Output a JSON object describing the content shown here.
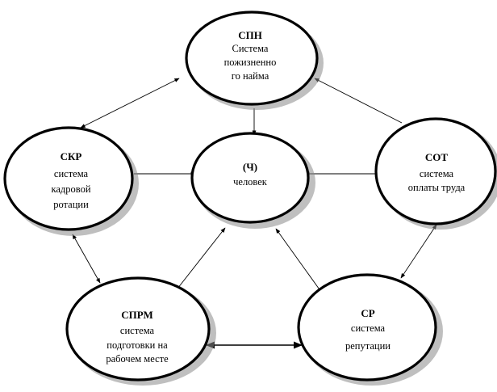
{
  "diagram": {
    "nodes": {
      "spn": {
        "lines": [
          "СПН",
          "Система",
          "пожизненно",
          "го найма"
        ]
      },
      "ch": {
        "lines": [
          "(Ч)",
          "человек"
        ]
      },
      "skr": {
        "lines": [
          "СКР",
          "система",
          "кадровой",
          "ротации"
        ]
      },
      "sot": {
        "lines": [
          "СОТ",
          "система",
          "оплаты труда"
        ]
      },
      "sprm": {
        "lines": [
          "СПРМ",
          "система",
          "подготовки на",
          "рабочем месте"
        ]
      },
      "sr": {
        "lines": [
          "СР",
          "система",
          "репутации"
        ]
      }
    },
    "edges": [
      {
        "id": "spn-skr",
        "from": "spn",
        "to": "skr",
        "arrows": "both"
      },
      {
        "id": "sot-spn",
        "from": "sot",
        "to": "spn",
        "arrows": "end"
      },
      {
        "id": "spn-ch",
        "from": "spn",
        "to": "ch",
        "arrows": "end"
      },
      {
        "id": "skr-ch",
        "from": "skr",
        "to": "ch",
        "arrows": "end"
      },
      {
        "id": "sot-ch",
        "from": "sot",
        "to": "ch",
        "arrows": "end"
      },
      {
        "id": "sprm-ch",
        "from": "sprm",
        "to": "ch",
        "arrows": "end"
      },
      {
        "id": "sr-ch",
        "from": "sr",
        "to": "ch",
        "arrows": "end"
      },
      {
        "id": "skr-sprm",
        "from": "skr",
        "to": "sprm",
        "arrows": "both"
      },
      {
        "id": "sot-sr",
        "from": "sot",
        "to": "sr",
        "arrows": "both"
      },
      {
        "id": "sprm-sr",
        "from": "sprm",
        "to": "sr",
        "arrows": "both"
      }
    ],
    "colors": {
      "stroke": "#000000",
      "fill": "#ffffff",
      "shadow": "#8a8a8a"
    }
  }
}
